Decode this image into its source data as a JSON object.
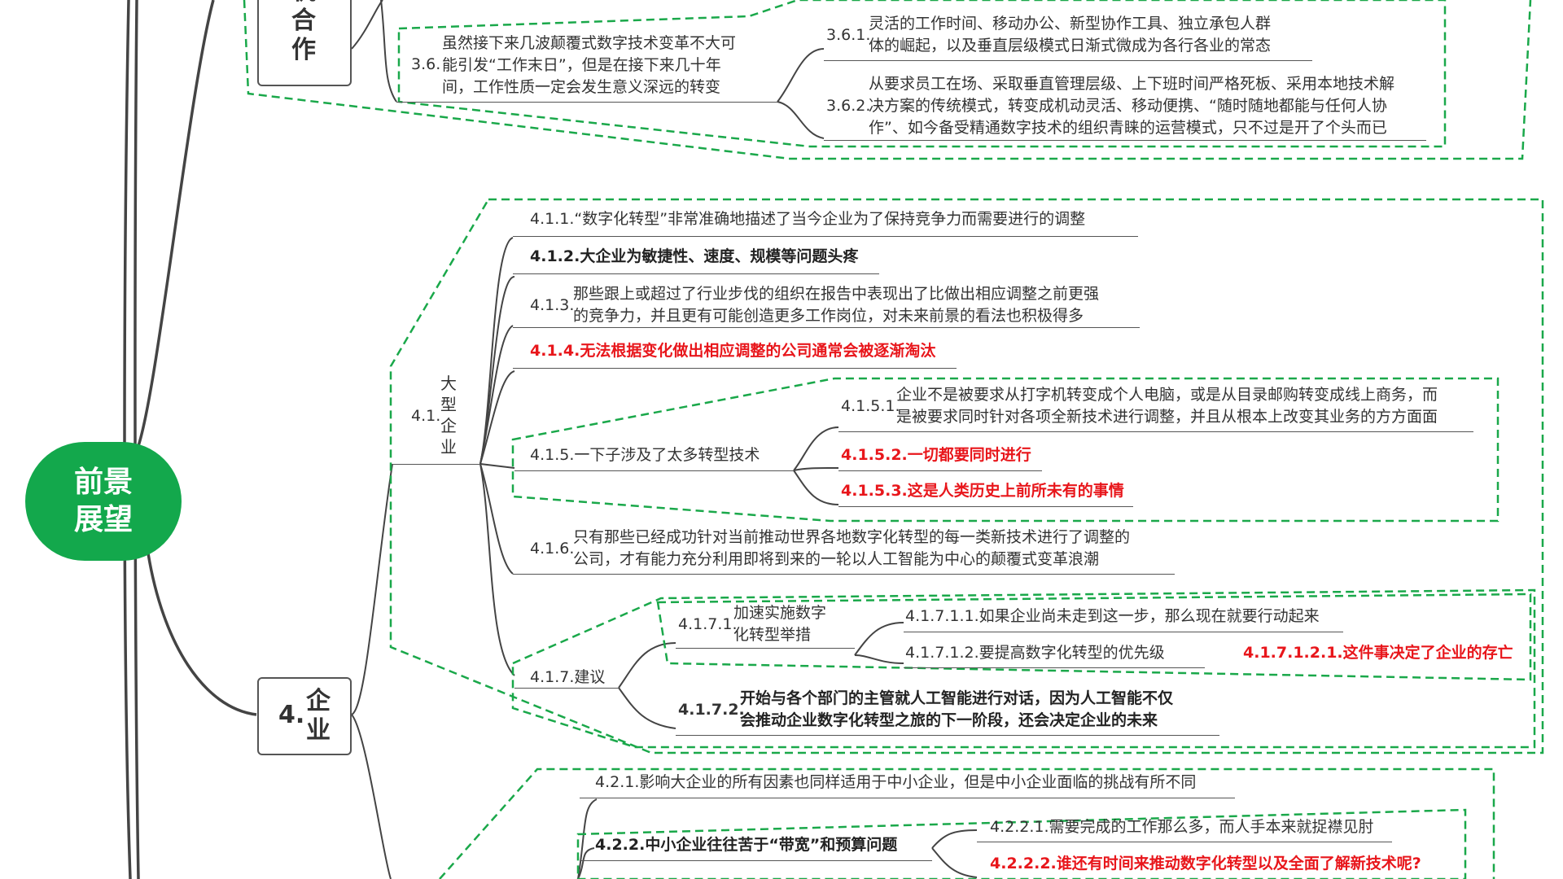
{
  "root": {
    "line1": "前景",
    "line2": "展望"
  },
  "branch3": {
    "chars": [
      "机",
      "合",
      "作"
    ]
  },
  "n36": {
    "num": "3.6.",
    "l1": "虽然接下来几波颠覆式数字技术变革不大可",
    "l2": "能引发“工作末日”，但是在接下来几十年",
    "l3": "间，工作性质一定会发生意义深远的转变"
  },
  "n361": {
    "num": "3.6.1.",
    "l1": "灵活的工作时间、移动办公、新型协作工具、独立承包人群",
    "l2": "体的崛起，以及垂直层级模式日渐式微成为各行各业的常态"
  },
  "n362": {
    "num": "3.6.2.",
    "l1": "从要求员工在场、采取垂直管理层级、上下班时间严格死板、采用本地技术解",
    "l2": "决方案的传统模式，转变成机动灵活、移动便携、“随时随地都能与任何人协",
    "l3": "作”、如今备受精通数字技术的组织青睐的运营模式，只不过是开了个头而已"
  },
  "branch4": {
    "num": "4.",
    "c1": "企",
    "c2": "业"
  },
  "n41": {
    "num": "4.1.",
    "chars": [
      "大",
      "型",
      "企",
      "业"
    ]
  },
  "n411": {
    "text": "4.1.1.“数字化转型”非常准确地描述了当今企业为了保持竞争力而需要进行的调整"
  },
  "n412": {
    "text": "4.1.2.大企业为敏捷性、速度、规模等问题头疼"
  },
  "n413": {
    "num": "4.1.3.",
    "l1": "那些跟上或超过了行业步伐的组织在报告中表现出了比做出相应调整之前更强",
    "l2": "的竞争力，并且更有可能创造更多工作岗位，对未来前景的看法也积极得多"
  },
  "n414": {
    "text": "4.1.4.无法根据变化做出相应调整的公司通常会被逐渐淘汰"
  },
  "n415": {
    "text": "4.1.5.一下子涉及了太多转型技术"
  },
  "n4151": {
    "num": "4.1.5.1.",
    "l1": "企业不是被要求从打字机转变成个人电脑，或是从目录邮购转变成线上商务，而",
    "l2": "是被要求同时针对各项全新技术进行调整，并且从根本上改变其业务的方方面面"
  },
  "n4152": {
    "text": "4.1.5.2.一切都要同时进行"
  },
  "n4153": {
    "text": "4.1.5.3.这是人类历史上前所未有的事情"
  },
  "n416": {
    "num": "4.1.6.",
    "l1": "只有那些已经成功针对当前推动世界各地数字化转型的每一类新技术进行了调整的",
    "l2": "公司，才有能力充分利用即将到来的一轮以人工智能为中心的颠覆式变革浪潮"
  },
  "n417": {
    "text": "4.1.7.建议"
  },
  "n4171": {
    "num": "4.1.7.1.",
    "l1": "加速实施数字",
    "l2": "化转型举措"
  },
  "n41711": {
    "text": "4.1.7.1.1.如果企业尚未走到这一步，那么现在就要行动起来"
  },
  "n41712": {
    "text": "4.1.7.1.2.要提高数字化转型的优先级"
  },
  "n417121": {
    "text": "4.1.7.1.2.1.这件事决定了企业的存亡"
  },
  "n4172": {
    "num": "4.1.7.2.",
    "l1": "开始与各个部门的主管就人工智能进行对话，因为人工智能不仅",
    "l2": "会推动企业数字化转型之旅的下一阶段，还会决定企业的未来"
  },
  "n421": {
    "text": "4.2.1.影响大企业的所有因素也同样适用于中小企业，但是中小企业面临的挑战有所不同"
  },
  "n422": {
    "text": "4.2.2.中小企业往往苦于“带宽”和预算问题"
  },
  "n4221": {
    "text": "4.2.2.1.需要完成的工作那么多，而人手本来就捉襟见肘"
  },
  "n4222": {
    "text": "4.2.2.2.谁还有时间来推动数字化转型以及全面了解新技术呢?"
  },
  "colors": {
    "green": "#13a84c",
    "dash": "#1aa84a",
    "red": "#e8161b",
    "line": "#444444"
  }
}
